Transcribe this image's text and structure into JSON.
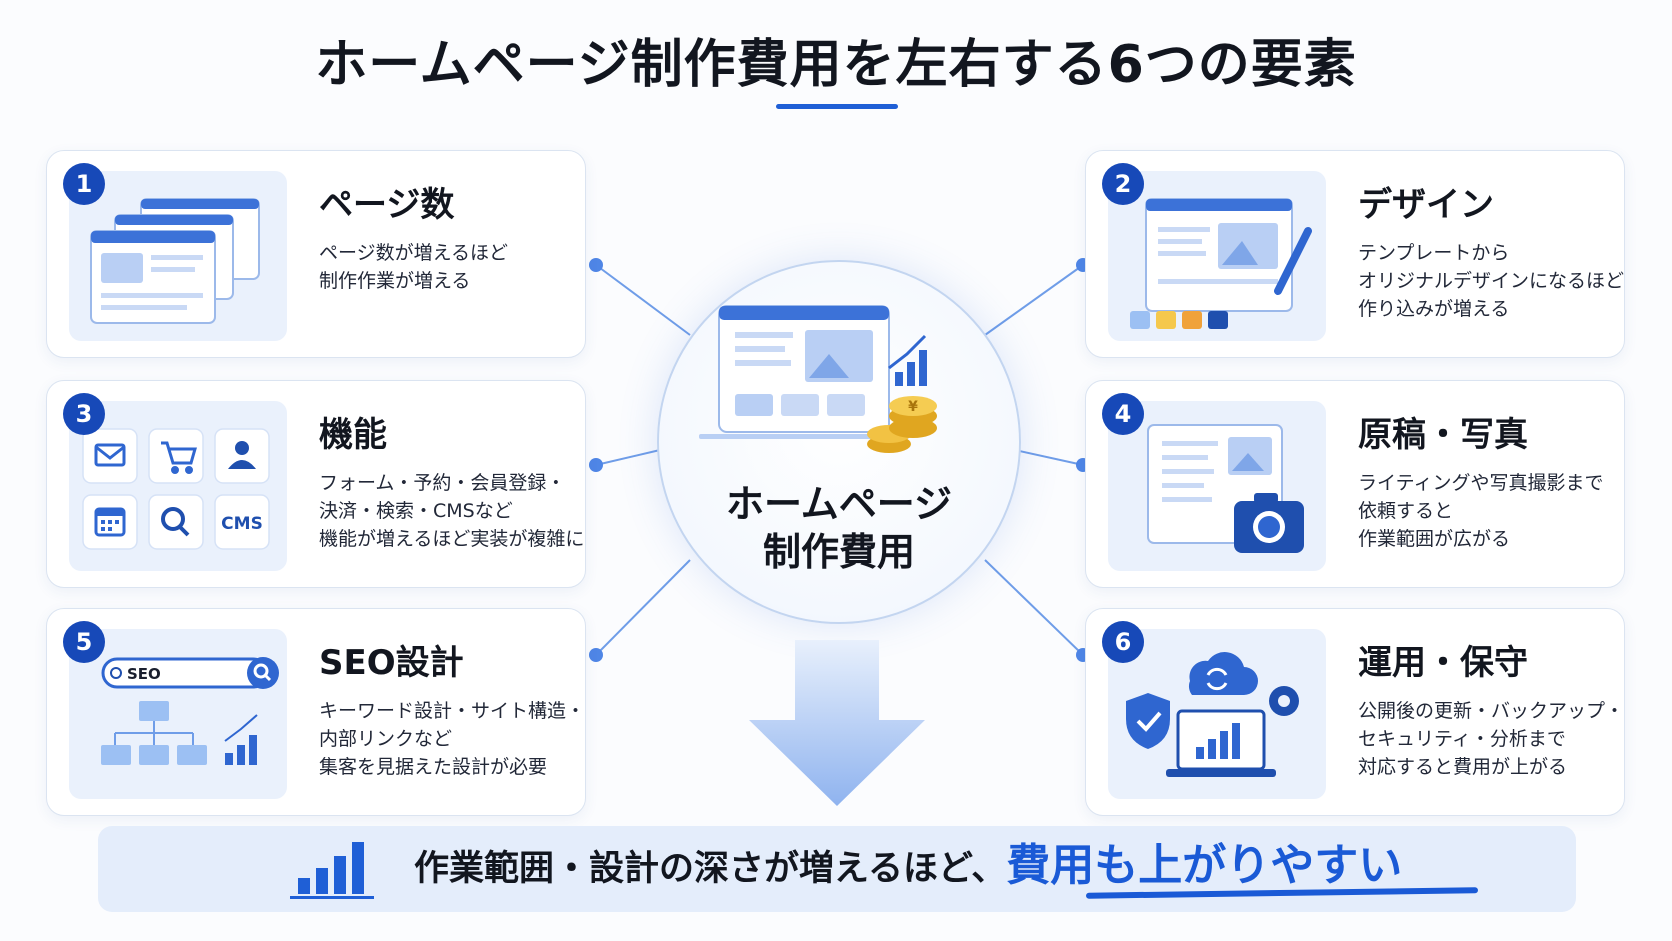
{
  "title": "ホームページ制作費用を左右する6つの要素",
  "center": {
    "line1": "ホームページ",
    "line2": "制作費用"
  },
  "cards": [
    {
      "number": "1",
      "title": "ページ数",
      "desc": [
        "ページ数が増えるほど",
        "制作作業が増える"
      ]
    },
    {
      "number": "2",
      "title": "デザイン",
      "desc": [
        "テンプレートから",
        "オリジナルデザインになるほど",
        "作り込みが増える"
      ]
    },
    {
      "number": "3",
      "title": "機能",
      "desc": [
        "フォーム・予約・会員登録・",
        "決済・検索・CMSなど",
        "機能が増えるほど実装が複雑に"
      ],
      "cms_label": "CMS"
    },
    {
      "number": "4",
      "title": "原稿・写真",
      "desc": [
        "ライティングや写真撮影まで",
        "依頼すると",
        "作業範囲が広がる"
      ]
    },
    {
      "number": "5",
      "title": "SEO設計",
      "desc": [
        "キーワード設計・サイト構造・",
        "内部リンクなど",
        "集客を見据えた設計が必要"
      ],
      "search_label": "SEO"
    },
    {
      "number": "6",
      "title": "運用・保守",
      "desc": [
        "公開後の更新・バックアップ・",
        "セキュリティ・分析まで",
        "対応すると費用が上がる"
      ]
    }
  ],
  "banner": {
    "text": "作業範囲・設計の深さが増えるほど、",
    "highlight": "費用も上がりやすい"
  },
  "colors": {
    "accent": "#1a5ad6",
    "badge": "#1749b8",
    "light": "#e4edfb"
  }
}
